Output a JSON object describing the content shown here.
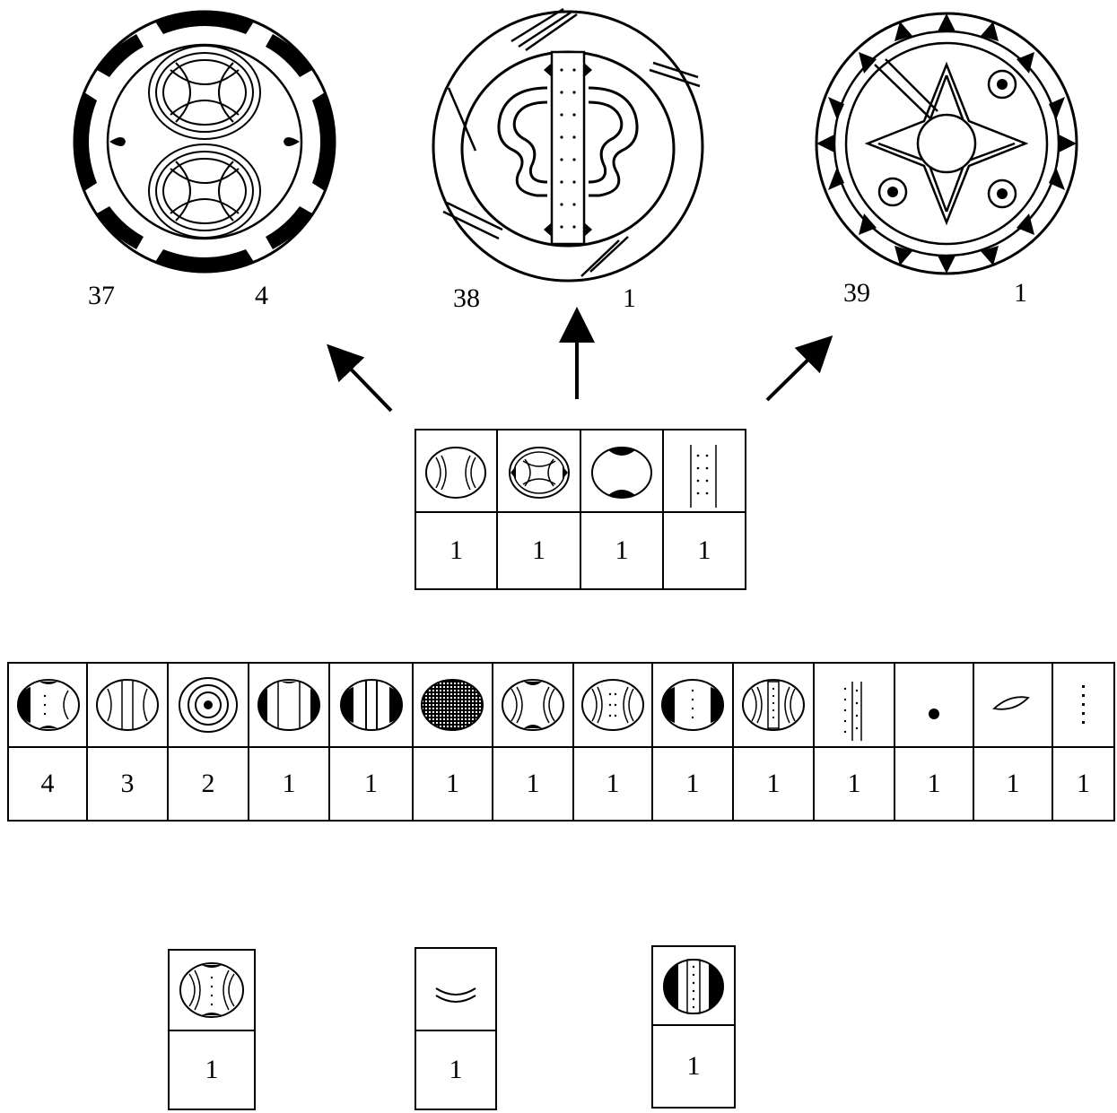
{
  "medallions": [
    {
      "id": "37",
      "count": "4"
    },
    {
      "id": "38",
      "count": "1"
    },
    {
      "id": "39",
      "count": "1"
    }
  ],
  "middle_table": {
    "counts": [
      "1",
      "1",
      "1",
      "1"
    ]
  },
  "long_table": {
    "counts": [
      "4",
      "3",
      "2",
      "1",
      "1",
      "1",
      "1",
      "1",
      "1",
      "1",
      "1",
      "1",
      "1",
      "1"
    ]
  },
  "bottom_tables": [
    {
      "count": "1"
    },
    {
      "count": "1"
    },
    {
      "count": "1"
    }
  ]
}
